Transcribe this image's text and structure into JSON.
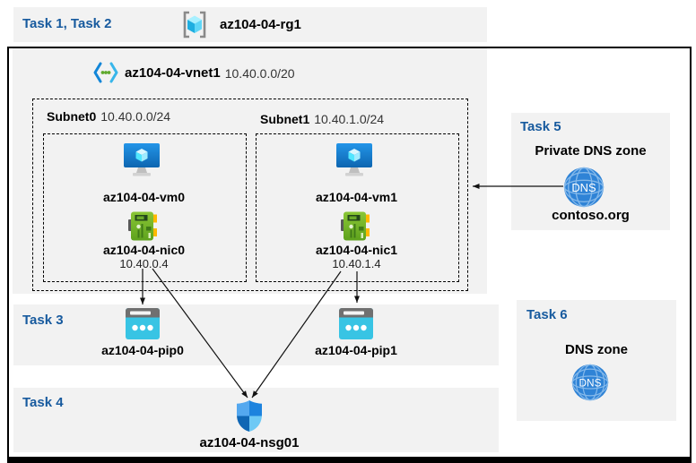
{
  "colors": {
    "task_label_blue": "#175a9e",
    "panel_gray": "#f2f2f2",
    "frame_border": "#000000",
    "arrow": "#111111",
    "vm_blue": "#1277c9",
    "nic_green": "#74b929",
    "pip_cyan": "#38c4e4",
    "nsg_blue": "#1d83de",
    "dns_blue": "#2f83d6"
  },
  "icons": {
    "dns_text": "DNS",
    "names": [
      "resource-group-icon",
      "vnet-icon",
      "vm-icon",
      "nic-icon",
      "public-ip-icon",
      "nsg-shield-icon",
      "dns-globe-icon"
    ]
  },
  "header": {
    "tasks": "Task 1, Task 2",
    "rg_name": "az104-04-rg1"
  },
  "vnet": {
    "name": "az104-04-vnet1",
    "cidr": "10.40.0.0/20",
    "subnets": [
      {
        "name": "Subnet0",
        "cidr": "10.40.0.0/24",
        "vm_name": "az104-04-vm0",
        "nic_name": "az104-04-nic0",
        "nic_ip": "10.40.0.4"
      },
      {
        "name": "Subnet1",
        "cidr": "10.40.1.0/24",
        "vm_name": "az104-04-vm1",
        "nic_name": "az104-04-nic1",
        "nic_ip": "10.40.1.4"
      }
    ]
  },
  "task3": {
    "label": "Task 3",
    "pip0_name": "az104-04-pip0",
    "pip1_name": "az104-04-pip1"
  },
  "task4": {
    "label": "Task 4",
    "nsg_name": "az104-04-nsg01"
  },
  "task5": {
    "label": "Task 5",
    "title": "Private DNS zone",
    "zone_name": "contoso.org"
  },
  "task6": {
    "label": "Task 6",
    "title": "DNS zone"
  }
}
